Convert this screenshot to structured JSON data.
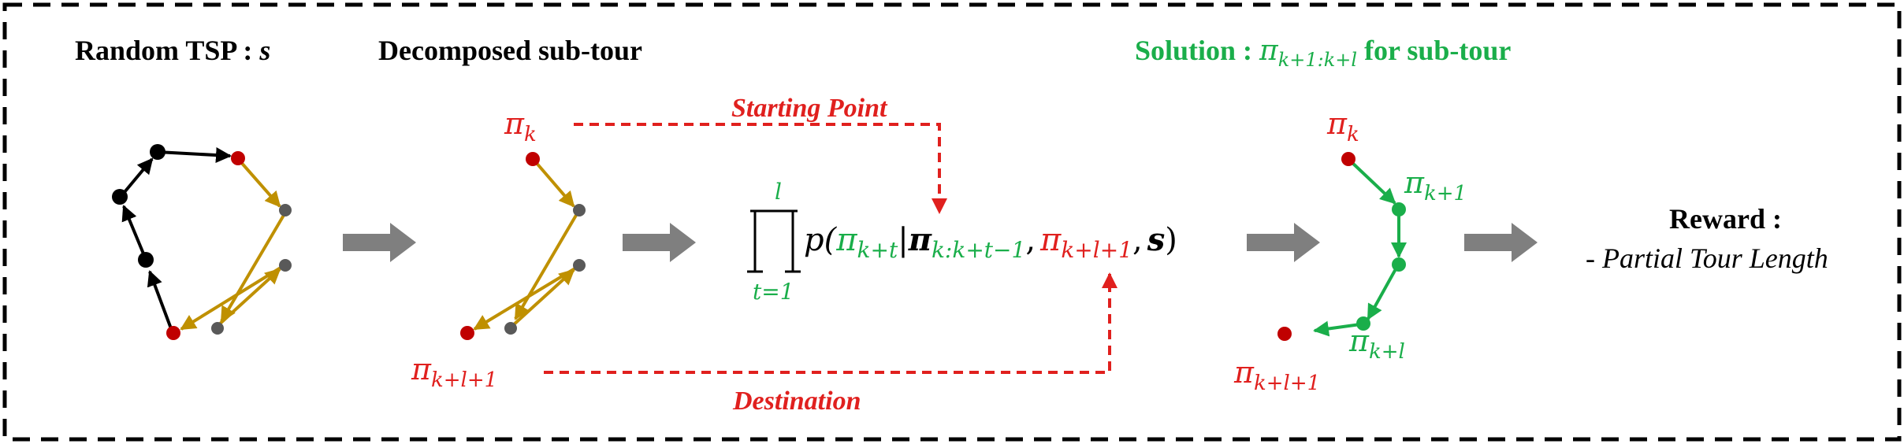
{
  "headings": {
    "random_tsp": "Random TSP : ",
    "random_tsp_var": "s",
    "decomposed": "Decomposed sub-tour",
    "solution_prefix": "Solution : ",
    "solution_pi": "π",
    "solution_sub": "k+1:k+l",
    "solution_suffix": " for sub-tour",
    "reward": "Reward :",
    "reward_desc": "- Partial Tour Length"
  },
  "annotations": {
    "starting_point": "Starting Point",
    "destination": "Destination"
  },
  "labels": {
    "pi": "π",
    "sub_k": "k",
    "sub_k1": "k+1",
    "sub_kl": "k+l",
    "sub_kl1": "k+l+1"
  },
  "formula": {
    "prod_upper": "l",
    "prod_lower": "t=1",
    "p_open": "p(",
    "pi": "π",
    "sub_kt": "k+t",
    "bar": "|",
    "pi_bold": "π",
    "sub_range": "k:k+t−1",
    "comma1": ",",
    "pi2": "π",
    "sub_kl1": "k+l+1",
    "comma2": ",",
    "s_bold": "s",
    "close": ")"
  },
  "colors": {
    "red": "#e0201e",
    "node_red": "#c00000",
    "green": "#1aae4a",
    "gold": "#bf9000",
    "gray_node": "#595959",
    "arrow_gray": "#7f7f7f",
    "black": "#000000"
  }
}
